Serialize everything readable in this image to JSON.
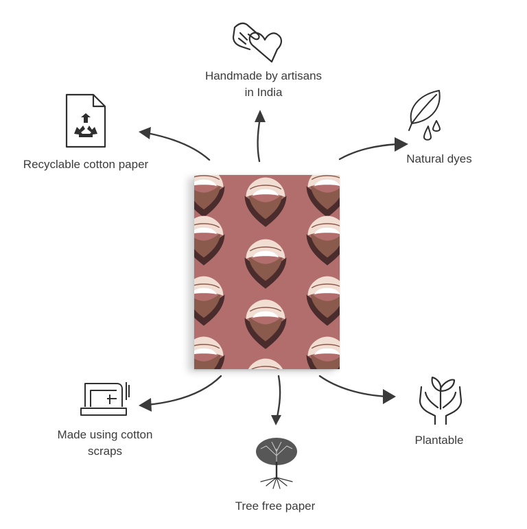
{
  "features": {
    "handmade": {
      "line1": "Handmade by artisans",
      "line2": "in India",
      "icon": "hand-heart-icon"
    },
    "recyclable": {
      "label": "Recyclable cotton paper",
      "icon": "recycle-document-icon"
    },
    "natural_dyes": {
      "label": "Natural dyes",
      "icon": "leaf-droplets-icon"
    },
    "cotton_scraps": {
      "line1": "Made using cotton",
      "line2": "scraps",
      "icon": "sewing-machine-icon"
    },
    "tree_free": {
      "label": "Tree free paper",
      "icon": "tree-icon"
    },
    "plantable": {
      "label": "Plantable",
      "icon": "hands-sprout-icon"
    }
  },
  "product": {
    "name": "notebook",
    "cover_color": "#b16e6c",
    "pattern": "fan-flower"
  },
  "colors": {
    "text": "#3b3b3b",
    "arrow": "#3a3a3a",
    "flower_dark": "#4a2c2c",
    "flower_mid": "#8a5a4c",
    "flower_light": "#f1ddd2",
    "flower_white": "#ffffff"
  }
}
